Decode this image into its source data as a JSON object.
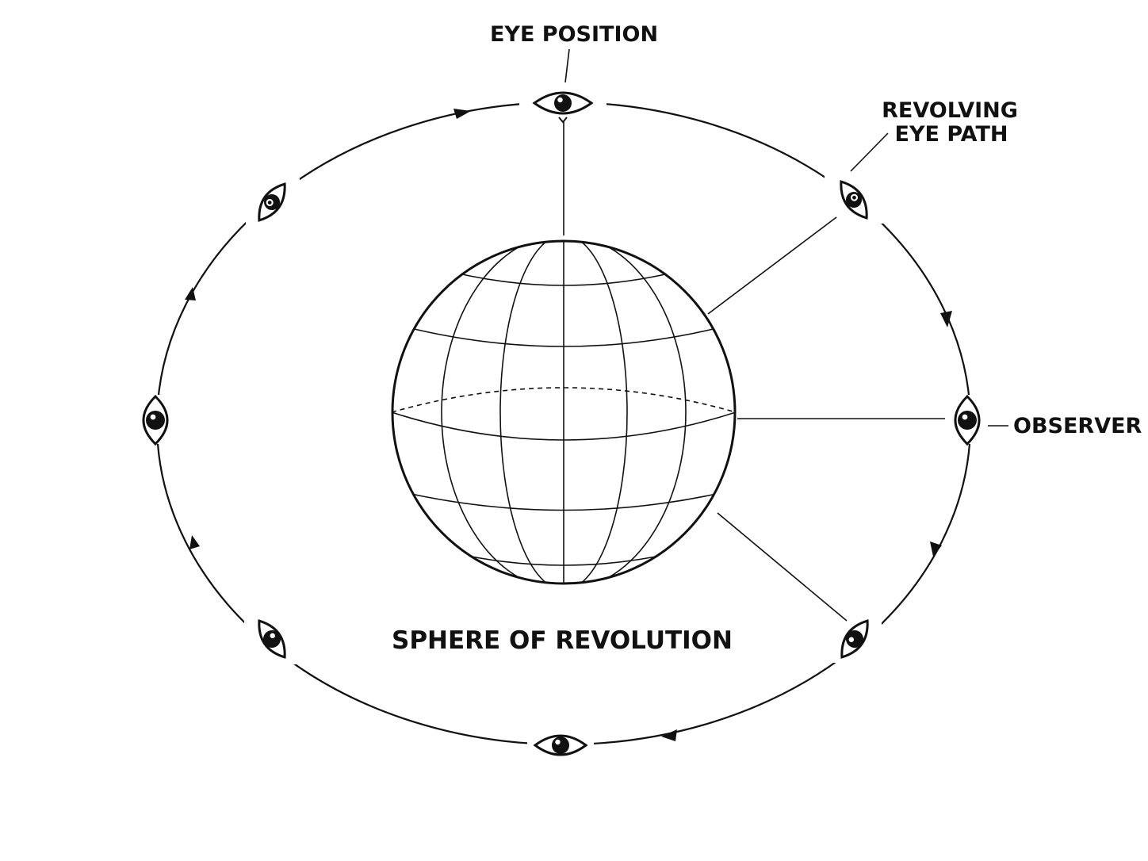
{
  "labels": {
    "eye_position": "EYE POSITION",
    "revolving_line1": "REVOLVING",
    "revolving_line2": "EYE PATH",
    "observer": "OBSERVER",
    "sphere": "SPHERE OF REVOLUTION"
  },
  "colors": {
    "ink": "#111111",
    "background": "#ffffff"
  }
}
